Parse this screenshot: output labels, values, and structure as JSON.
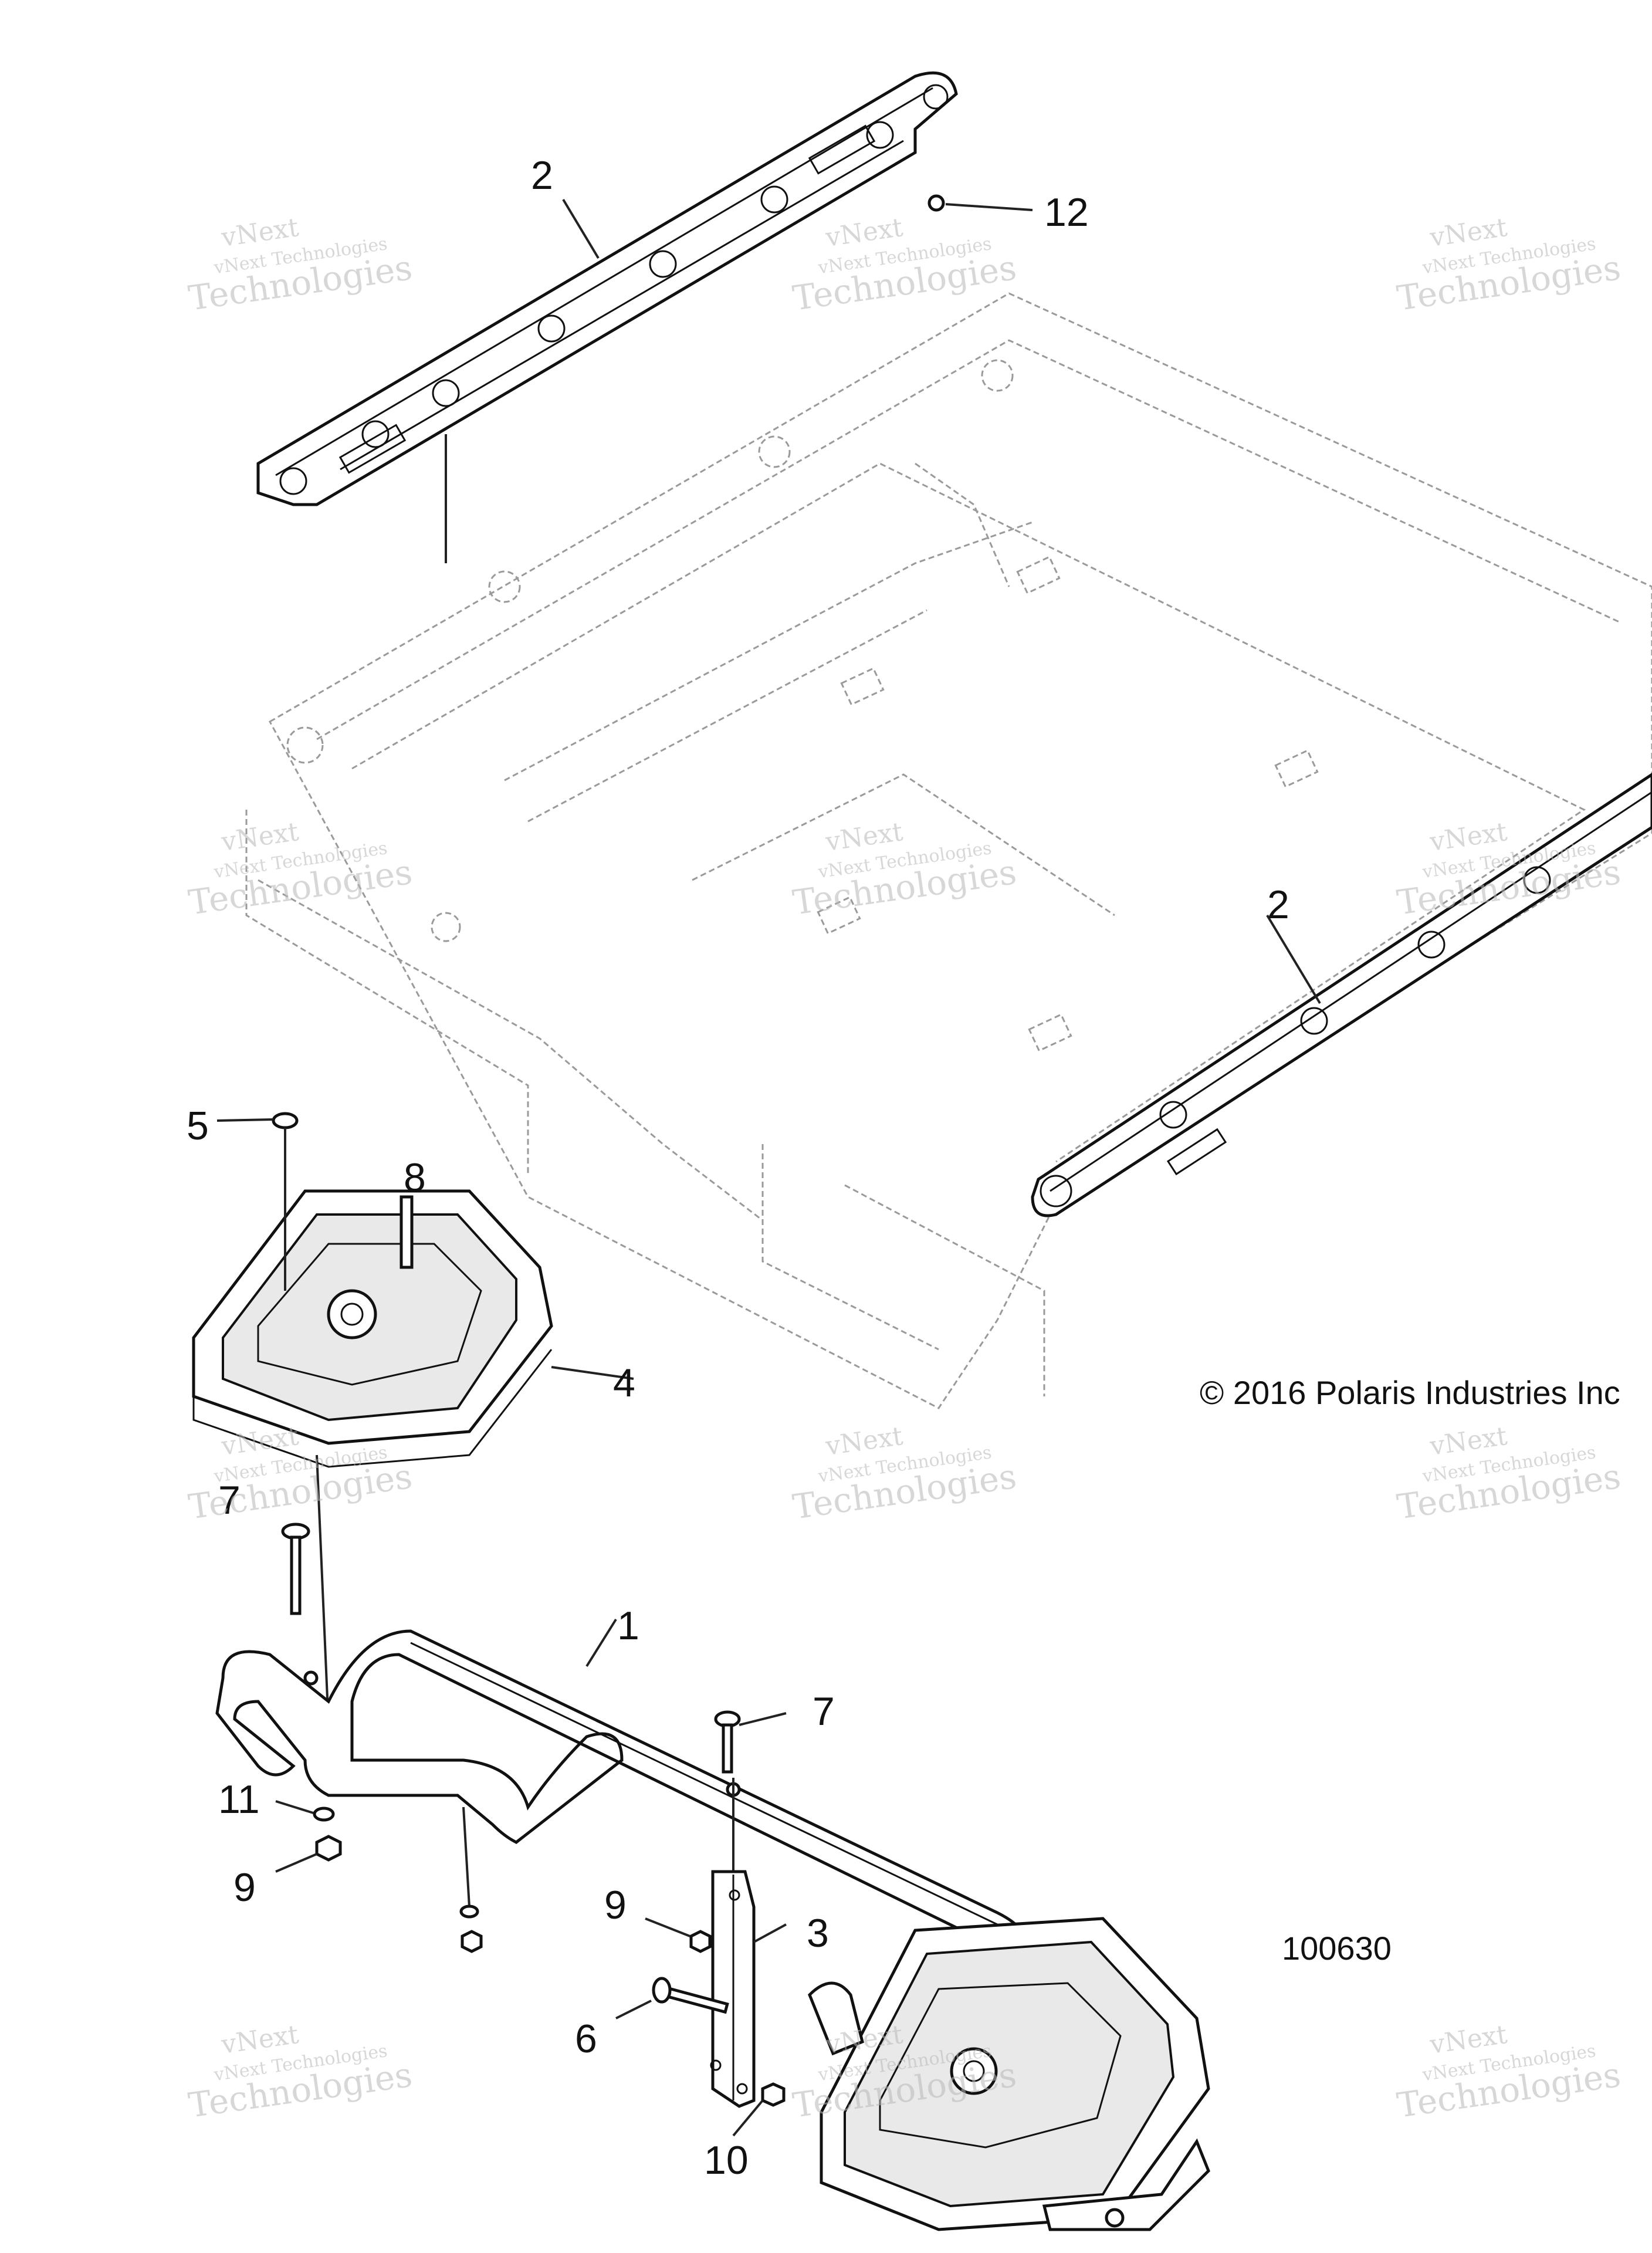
{
  "figure": {
    "copyright": "© 2016 Polaris Industries Inc",
    "figure_number": "100630"
  },
  "callouts": [
    {
      "id": "c2a",
      "label": "2"
    },
    {
      "id": "c12",
      "label": "12"
    },
    {
      "id": "c2b",
      "label": "2"
    },
    {
      "id": "c5",
      "label": "5"
    },
    {
      "id": "c8",
      "label": "8"
    },
    {
      "id": "c4",
      "label": "4"
    },
    {
      "id": "c7a",
      "label": "7"
    },
    {
      "id": "c1",
      "label": "1"
    },
    {
      "id": "c7b",
      "label": "7"
    },
    {
      "id": "c11",
      "label": "11"
    },
    {
      "id": "c9a",
      "label": "9"
    },
    {
      "id": "c9b",
      "label": "9"
    },
    {
      "id": "c3",
      "label": "3"
    },
    {
      "id": "c6",
      "label": "6"
    },
    {
      "id": "c10",
      "label": "10"
    }
  ],
  "watermark": {
    "line1": "vNext",
    "line2": "vNext Technologies",
    "line3": "Technologies"
  }
}
